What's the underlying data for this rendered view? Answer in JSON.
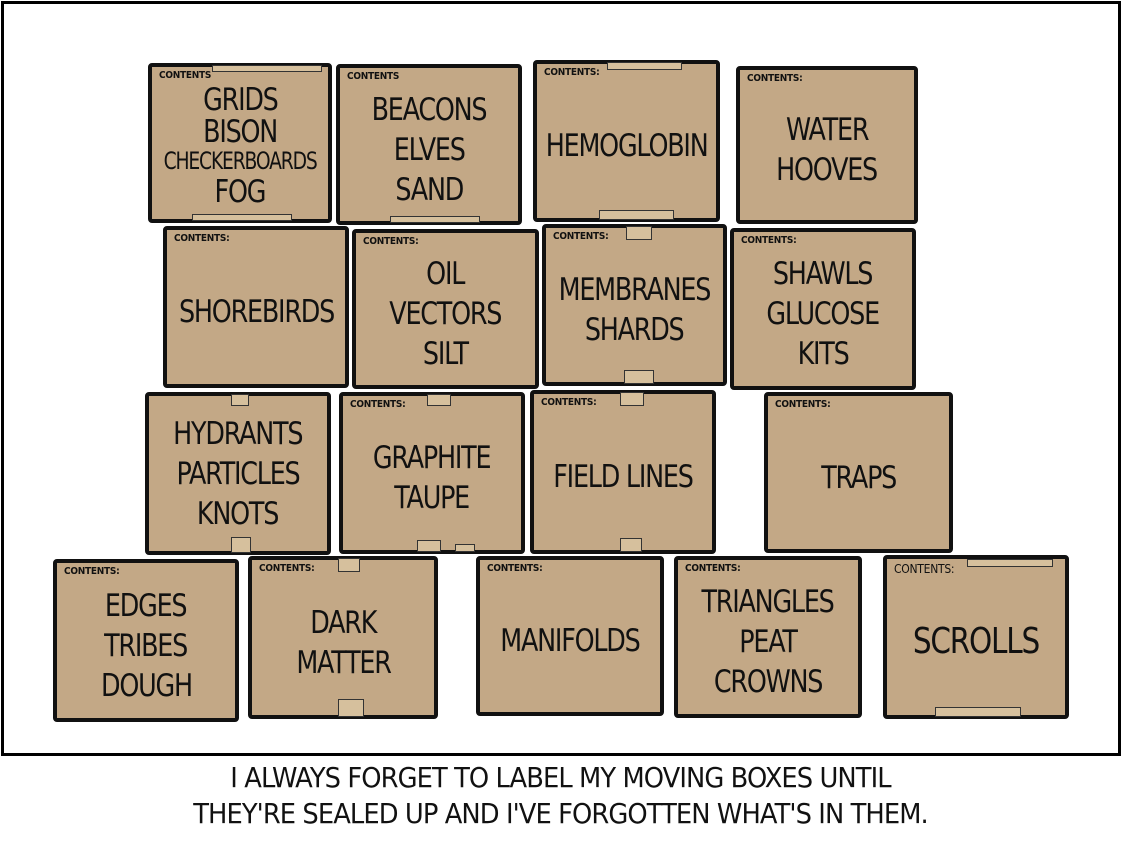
{
  "comic": {
    "label_text": "CONTENTS:",
    "box_color": "#c3a886",
    "tape_color": "#d6c09d",
    "caption": {
      "line1": "I ALWAYS FORGET TO LABEL MY MOVING BOXES UNTIL",
      "line2": "THEY'RE SEALED UP AND I'VE FORGOTTEN WHAT'S IN THEM."
    },
    "rows": [
      {
        "boxes": [
          {
            "label": "CONTENTS",
            "items": [
              "GRIDS",
              "BISON",
              "CHECKERBOARDS",
              "FOG"
            ]
          },
          {
            "label": "CONTENTS",
            "items": [
              "BEACONS",
              "ELVES",
              "SAND"
            ]
          },
          {
            "label": "CONTENTS:",
            "items": [
              "HEMOGLOBIN"
            ]
          },
          {
            "label": "CONTENTS:",
            "items": [
              "WATER",
              "HOOVES"
            ]
          }
        ]
      },
      {
        "boxes": [
          {
            "label": "CONTENTS:",
            "items": [
              "SHOREBIRDS"
            ]
          },
          {
            "label": "CONTENTS:",
            "items": [
              "OIL",
              "VECTORS",
              "SILT"
            ]
          },
          {
            "label": "CONTENTS:",
            "items": [
              "MEMBRANES",
              "SHARDS"
            ]
          },
          {
            "label": "CONTENTS:",
            "items": [
              "SHAWLS",
              "GLUCOSE",
              "KITS"
            ]
          }
        ]
      },
      {
        "boxes": [
          {
            "label": "",
            "items": [
              "HYDRANTS",
              "PARTICLES",
              "KNOTS"
            ]
          },
          {
            "label": "CONTENTS:",
            "items": [
              "GRAPHITE",
              "TAUPE"
            ]
          },
          {
            "label": "CONTENTS:",
            "items": [
              "FIELD LINES"
            ]
          },
          {
            "label": "CONTENTS:",
            "items": [
              "TRAPS"
            ]
          }
        ]
      },
      {
        "boxes": [
          {
            "label": "CONTENTS:",
            "items": [
              "EDGES",
              "TRIBES",
              "DOUGH"
            ]
          },
          {
            "label": "CONTENTS:",
            "items": [
              "DARK",
              "MATTER"
            ]
          },
          {
            "label": "CONTENTS:",
            "items": [
              "MANIFOLDS"
            ]
          },
          {
            "label": "CONTENTS:",
            "items": [
              "TRIANGLES",
              "PEAT",
              "CROWNS"
            ]
          },
          {
            "label": "CONTENTS:",
            "items": [
              "SCROLLS"
            ]
          }
        ]
      }
    ]
  }
}
